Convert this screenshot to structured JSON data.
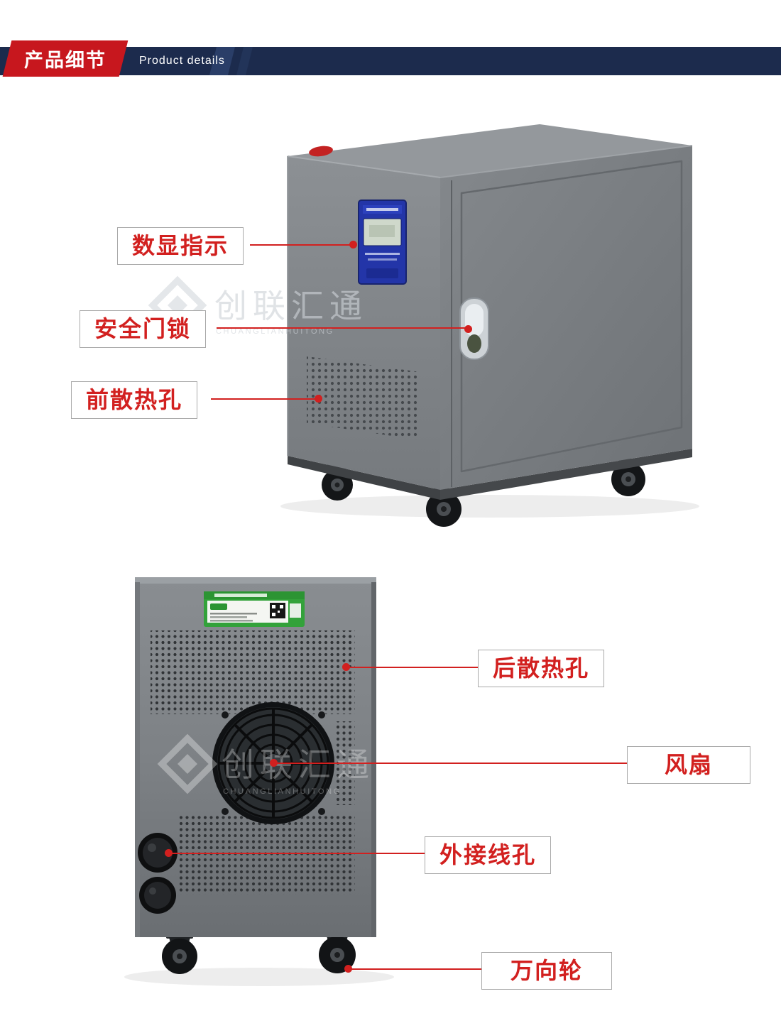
{
  "header": {
    "title_cn": "产品细节",
    "title_en": "Product details"
  },
  "watermark": {
    "text": "创联汇通",
    "subtext": "CHUANGLIANHUITONG"
  },
  "front_section": {
    "labels": [
      {
        "text": "数显指示"
      },
      {
        "text": "安全门锁"
      },
      {
        "text": "前散热孔"
      }
    ]
  },
  "back_section": {
    "labels": [
      {
        "text": "后散热孔"
      },
      {
        "text": "风扇"
      },
      {
        "text": "外接线孔"
      },
      {
        "text": "万向轮"
      }
    ]
  },
  "colors": {
    "callout_red": "#d2201f",
    "banner_red": "#c7171e",
    "header_navy": "#1c2b4d",
    "cabinet_gray": "#7e8286",
    "sticker_green": "#33a23a",
    "display_blue": "#2335a8"
  }
}
